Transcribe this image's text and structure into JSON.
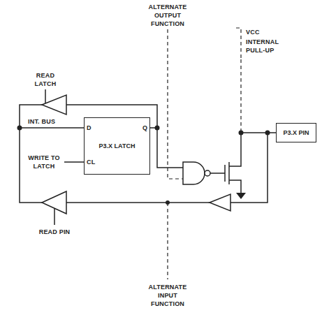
{
  "diagram": {
    "nodes": [
      {
        "text": [
          "P3.X LATCH"
        ]
      },
      {
        "text": [
          "P3.X PIN"
        ]
      }
    ],
    "labels": [
      "ALTERNATE OUTPUT FUNCTION",
      "VCC",
      "INTERNAL PULL-UP",
      "READ LATCH",
      "INT. BUS",
      "D",
      "Q",
      "CL",
      "WRITE TO LATCH",
      "READ PIN",
      "ALTERNATE INPUT FUNCTION"
    ]
  }
}
